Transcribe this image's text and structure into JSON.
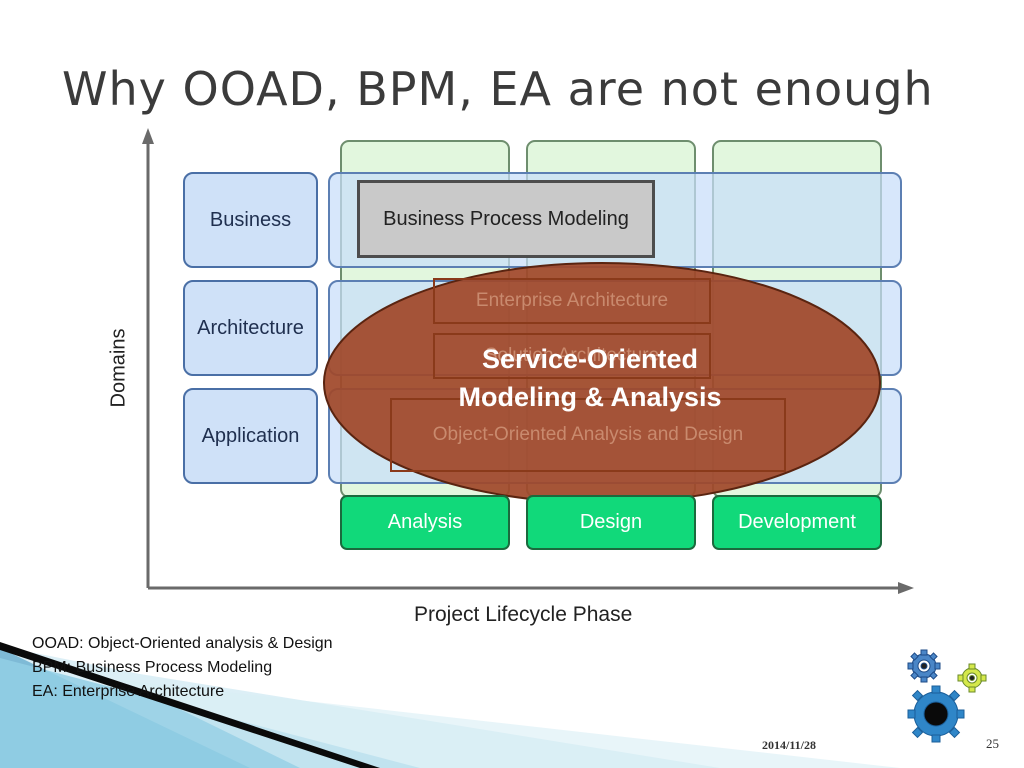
{
  "slide": {
    "title": "Why OOAD, BPM, EA are not enough",
    "date": "2014/11/28",
    "page_number": "25"
  },
  "diagram": {
    "y_axis_label": "Domains",
    "x_axis_label": "Project Lifecycle Phase",
    "domains": [
      "Business",
      "Architecture",
      "Application"
    ],
    "phases": [
      "Analysis",
      "Design",
      "Development"
    ],
    "overlays": {
      "bpm": "Business Process Modeling",
      "ea": "Enterprise Architecture",
      "sa": "Solution Architecture",
      "ooad": "Object-Oriented Analysis and Design"
    },
    "ellipse": {
      "line1": "Service-Oriented",
      "line2": "Modeling & Analysis"
    }
  },
  "notes": [
    "OOAD: Object-Oriented analysis & Design",
    "BPM: Business Process Modeling",
    "EA: Enterprise Architecture"
  ],
  "colors": {
    "domain_fill": "#cfe1f8",
    "phase_fill": "#11d97a",
    "ellipse_fill": "#a0482a",
    "accent_band": "#2f8bb8"
  },
  "icons": [
    "gears-icon"
  ]
}
